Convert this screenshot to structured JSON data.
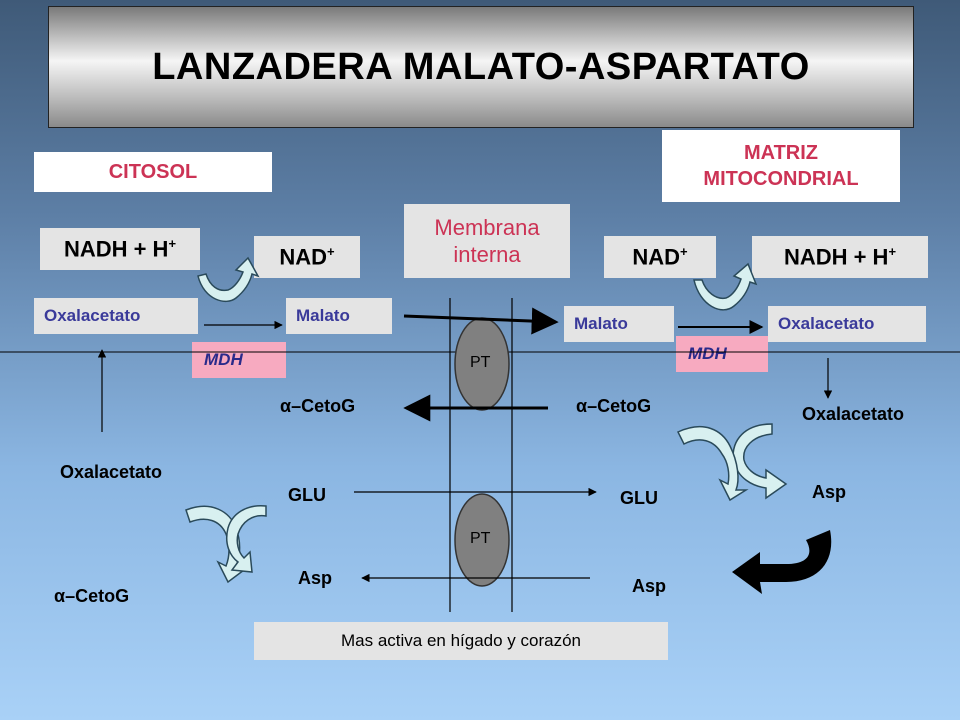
{
  "title": "LANZADERA MALATO-ASPARTATO",
  "citosol": "CITOSOL",
  "matriz": "MATRIZ MITOCONDRIAL",
  "membrana": "Membrana interna",
  "cyto": {
    "nadh": "NADH + H",
    "nadh_sup": "+",
    "nad": "NAD",
    "nad_sup": "+",
    "oxalacetato_box": "Oxalacetato",
    "malato_box": "Malato",
    "mdh": "MDH",
    "cetog": "α–CetoG",
    "glu": "GLU",
    "asp": "Asp",
    "oxalacetato_free": "Oxalacetato",
    "cetog_free": "α–CetoG"
  },
  "matrix": {
    "nad": "NAD",
    "nad_sup": "+",
    "nadh": "NADH + H",
    "nadh_sup": "+",
    "malato_box": "Malato",
    "oxalacetato_box": "Oxalacetato",
    "mdh": "MDH",
    "cetog": "α–CetoG",
    "glu": "GLU",
    "asp": "Asp",
    "oxalacetato_free": "Oxalacetato",
    "asp_free": "Asp"
  },
  "transporter_top": "PT",
  "transporter_bottom": "PT",
  "note": "Mas activa en hígado y corazón",
  "colors": {
    "accent_pink": "#cc3355",
    "molecule_blue": "#3a3a9a",
    "mdh_bg": "#f7aac0",
    "curved_arrow_fill": "#d8f0f0",
    "transporter_fill": "#808080"
  }
}
